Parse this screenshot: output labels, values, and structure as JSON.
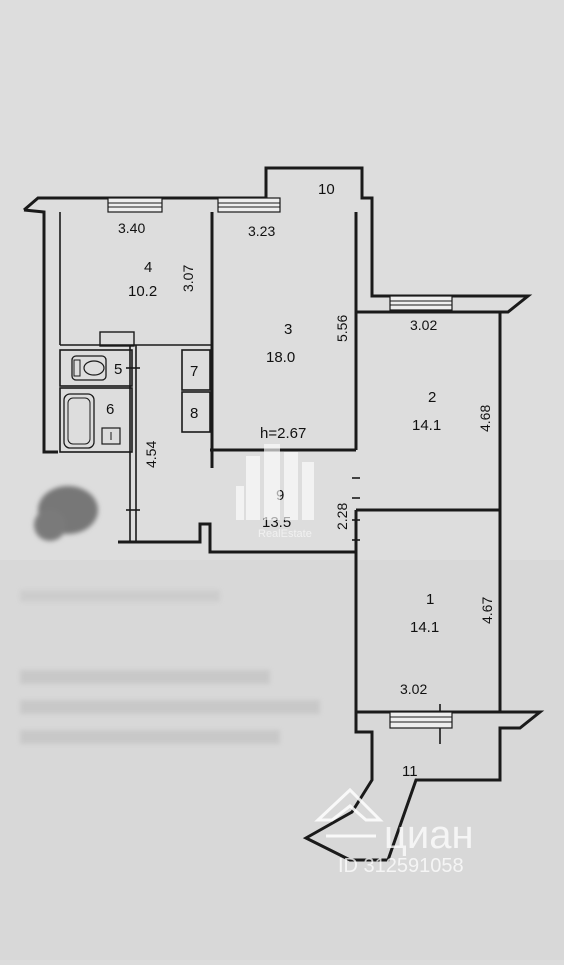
{
  "rooms": [
    {
      "number": "1",
      "area": "14.1"
    },
    {
      "number": "2",
      "area": "14.1"
    },
    {
      "number": "3",
      "area": "18.0"
    },
    {
      "number": "4",
      "area": "10.2"
    },
    {
      "number": "5"
    },
    {
      "number": "6"
    },
    {
      "number": "7"
    },
    {
      "number": "8"
    },
    {
      "number": "9",
      "area": "13.5"
    },
    {
      "number": "10"
    },
    {
      "number": "11"
    }
  ],
  "dimensions": {
    "room4_width": "3.40",
    "room4_depth": "3.07",
    "room3_width": "3.23",
    "room3_depth": "5.56",
    "room2_width": "3.02",
    "room2_depth": "4.68",
    "room1_width": "3.02",
    "room1_depth": "4.67",
    "corridor_length": "4.54",
    "hall_width": "2.28"
  },
  "ceiling_height": "h=2.67",
  "watermarks": {
    "center_brand": "RealEstate",
    "corner_brand": "циан",
    "listing_id": "ID 312591058"
  }
}
